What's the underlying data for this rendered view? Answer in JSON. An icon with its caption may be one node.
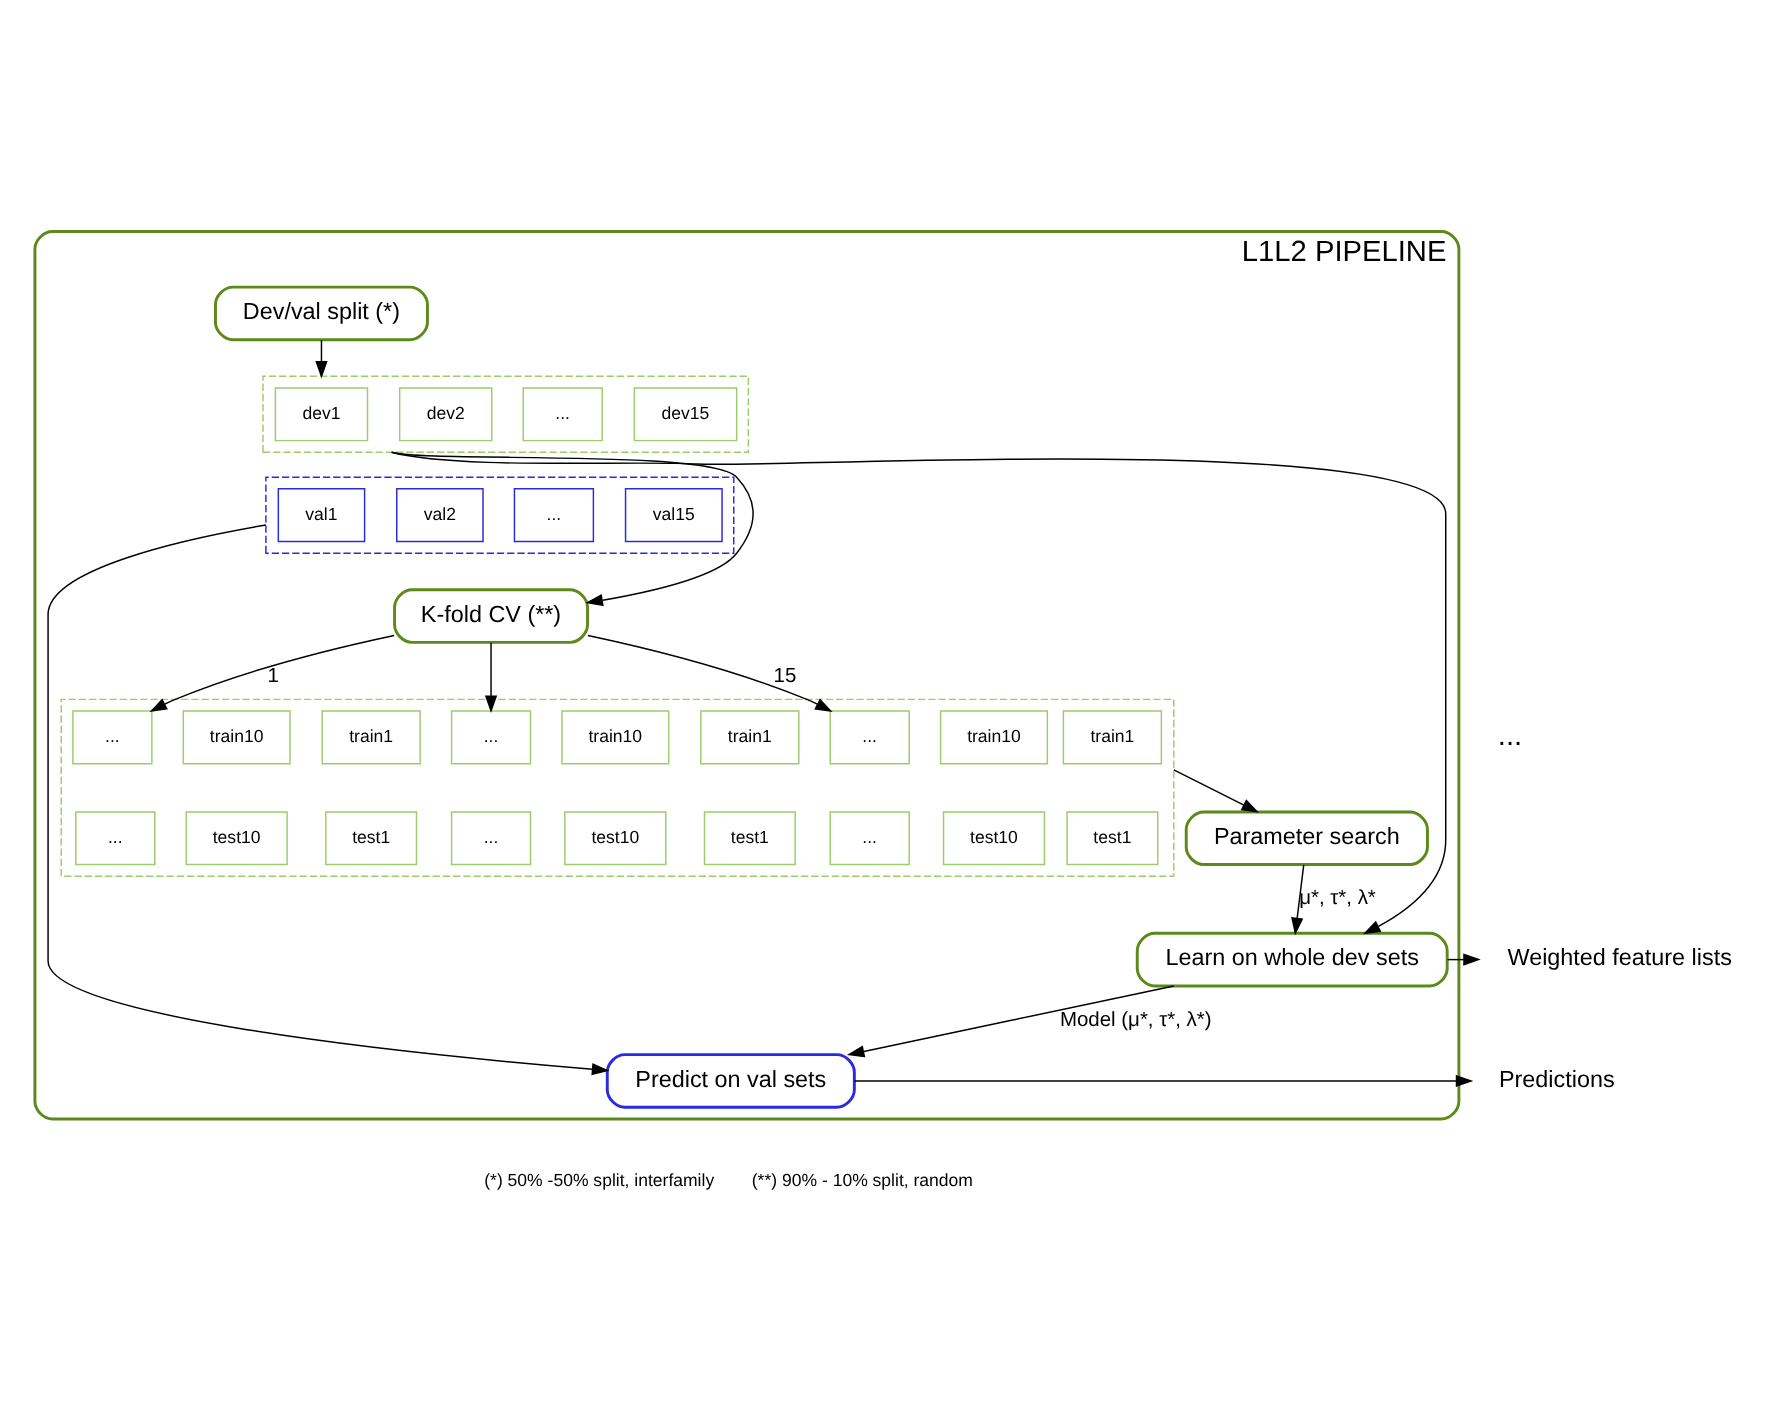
{
  "diagram": {
    "nodes": [
      {
        "text": [
          "L1L2 PIPELINE"
        ]
      },
      {
        "text": [
          "Dev/val split (*)"
        ],
        "in": 0
      },
      {
        "text": [],
        "shape": "box",
        "in": 0
      },
      {
        "text": [
          "dev1"
        ],
        "in": 2
      },
      {
        "text": [
          "dev2"
        ],
        "in": 2
      },
      {
        "text": [
          "..."
        ],
        "in": 2
      },
      {
        "text": [
          "dev15"
        ],
        "in": 2
      },
      {
        "text": [],
        "shape": "box",
        "in": 0
      },
      {
        "text": [
          "val1"
        ],
        "in": 7
      },
      {
        "text": [
          "val2"
        ],
        "in": 7
      },
      {
        "text": [
          "..."
        ],
        "in": 7
      },
      {
        "text": [
          "val15"
        ],
        "in": 7
      },
      {
        "text": [
          "K-fold CV (**)"
        ],
        "in": 0
      },
      {
        "text": [],
        "shape": "box",
        "in": 0
      },
      {
        "text": [
          "train1"
        ],
        "in": 13
      },
      {
        "text": [
          "..."
        ],
        "in": 13
      },
      {
        "text": [
          "train10"
        ],
        "in": 13
      },
      {
        "text": [
          "train1"
        ],
        "in": 13
      },
      {
        "text": [
          "..."
        ],
        "in": 13
      },
      {
        "text": [
          "train10"
        ],
        "in": 13
      },
      {
        "text": [
          "train1"
        ],
        "in": 13
      },
      {
        "text": [
          "..."
        ],
        "in": 13
      },
      {
        "text": [
          "train10"
        ],
        "in": 13
      },
      {
        "text": [
          "test1"
        ],
        "in": 13
      },
      {
        "text": [
          "..."
        ],
        "in": 13
      },
      {
        "text": [
          "test10"
        ],
        "in": 13
      },
      {
        "text": [
          "test1"
        ],
        "in": 13
      },
      {
        "text": [
          "..."
        ],
        "in": 13
      },
      {
        "text": [
          "test10"
        ],
        "in": 13
      },
      {
        "text": [
          "test1"
        ],
        "in": 13
      },
      {
        "text": [
          "..."
        ],
        "in": 13
      },
      {
        "text": [
          "test10"
        ],
        "in": 13
      },
      {
        "text": [
          "Parameter search"
        ],
        "in": 0
      },
      {
        "text": [
          "Learn on whole dev sets"
        ],
        "in": 0
      },
      {
        "text": [
          "Predict on val sets"
        ],
        "in": 0
      },
      {
        "text": [
          "Weighted feature lists"
        ]
      },
      {
        "text": [
          "Predictions"
        ]
      }
    ],
    "edges": [
      {
        "from": 1,
        "to": 2,
        "arrow": "to"
      },
      {
        "from": 2,
        "to": 33,
        "arrow": "to"
      },
      {
        "from": 2,
        "to": 12,
        "arrow": "to"
      },
      {
        "from": 7,
        "to": 34,
        "arrow": "to"
      },
      {
        "from": 12,
        "to": 15,
        "arrow": "to",
        "label": "1"
      },
      {
        "from": 12,
        "to": 18,
        "arrow": "to"
      },
      {
        "from": 12,
        "to": 21,
        "arrow": "to",
        "label": "15"
      },
      {
        "from": 13,
        "to": 32,
        "arrow": "to"
      },
      {
        "from": 32,
        "to": 33,
        "arrow": "to",
        "label": "μ*, τ*, λ*"
      },
      {
        "from": 33,
        "to": 34,
        "arrow": "to",
        "label": "Model (μ*, τ*, λ*)"
      },
      {
        "from": 33,
        "to": 35,
        "arrow": "to"
      },
      {
        "from": 34,
        "to": 36,
        "arrow": "to"
      }
    ],
    "labels": [
      "...",
      "(*) 50% -50% split, interfamily",
      "(**) 90% - 10% split, random"
    ]
  }
}
